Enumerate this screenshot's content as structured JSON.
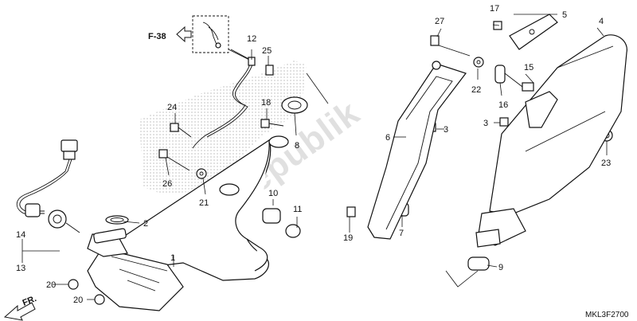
{
  "watermark": "PartsRepublik",
  "reference": {
    "label": "F-38"
  },
  "direction": {
    "label": "FR."
  },
  "diagram_code": "MKL3F2700",
  "parts": [
    {
      "number": "1"
    },
    {
      "number": "2"
    },
    {
      "number": "3"
    },
    {
      "number": "3"
    },
    {
      "number": "4"
    },
    {
      "number": "5"
    },
    {
      "number": "6"
    },
    {
      "number": "7"
    },
    {
      "number": "8"
    },
    {
      "number": "9"
    },
    {
      "number": "10"
    },
    {
      "number": "11"
    },
    {
      "number": "12"
    },
    {
      "number": "13"
    },
    {
      "number": "14"
    },
    {
      "number": "15"
    },
    {
      "number": "16"
    },
    {
      "number": "17"
    },
    {
      "number": "18"
    },
    {
      "number": "19"
    },
    {
      "number": "20"
    },
    {
      "number": "20"
    },
    {
      "number": "21"
    },
    {
      "number": "22"
    },
    {
      "number": "23"
    },
    {
      "number": "24"
    },
    {
      "number": "25"
    },
    {
      "number": "26"
    },
    {
      "number": "27"
    }
  ]
}
